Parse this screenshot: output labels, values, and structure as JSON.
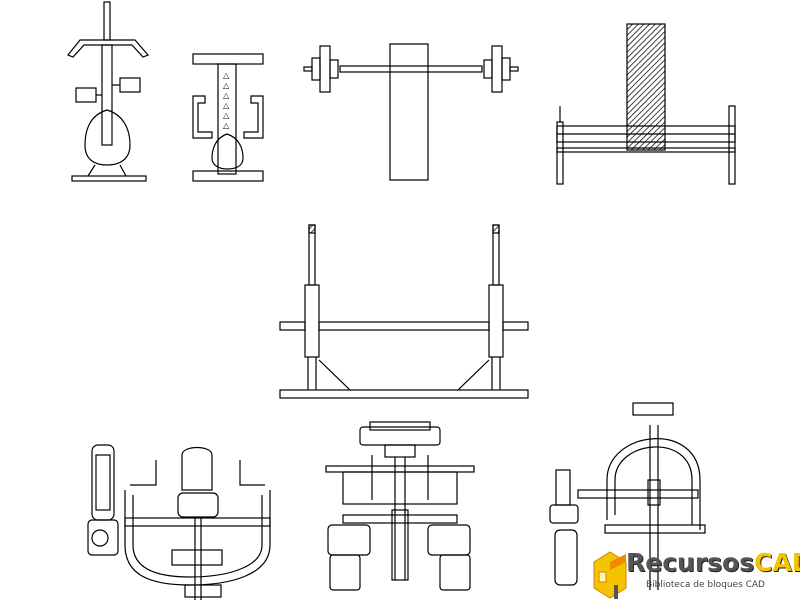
{
  "drawing": {
    "items": [
      "lat-pulldown-side",
      "lat-pulldown-front",
      "barbell-bench-top",
      "squat-rack-side",
      "power-rack-front",
      "rowing-machine",
      "leg-press",
      "chest-press"
    ]
  },
  "logo": {
    "name_part1": "Recursos",
    "name_part2": "CAD",
    "tagline": "Biblioteca de bloques CAD",
    "colors": {
      "gray": "#555555",
      "yellow": "#f5c400",
      "orange": "#f08a00"
    }
  }
}
